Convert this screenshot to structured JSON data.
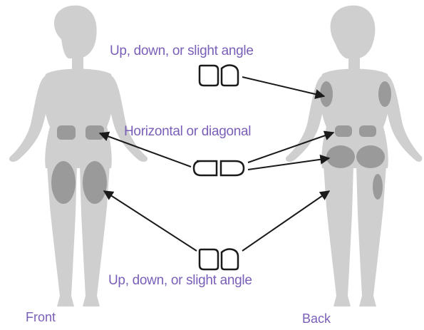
{
  "figure": {
    "top_label": "Up, down, or slight angle",
    "middle_label": "Horizontal or diagonal",
    "bottom_label": "Up, down, or slight angle",
    "front_label": "Front",
    "back_label": "Back"
  },
  "colors": {
    "body": "#cfcfcf",
    "site": "#9a9a9a",
    "text": "#7a5fb8",
    "arrow": "#1a1a1a"
  }
}
